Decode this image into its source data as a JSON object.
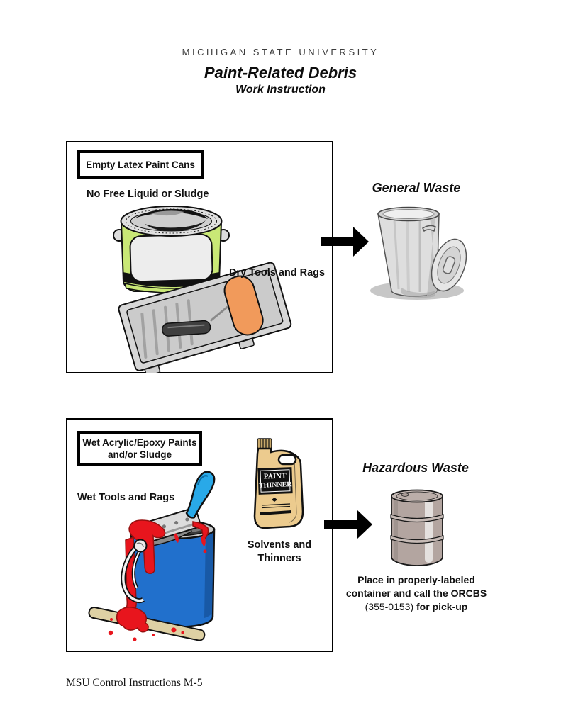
{
  "header": {
    "university": "MICHIGAN STATE UNIVERSITY",
    "title": "Paint-Related Debris",
    "subtitle": "Work Instruction"
  },
  "general_waste": {
    "source_label": "Empty Latex Paint Cans",
    "item_1": "No Free Liquid or Sludge",
    "item_2": "Dry Tools and Rags",
    "destination": "General Waste"
  },
  "hazardous_waste": {
    "source_label_line_1": "Wet Acrylic/Epoxy Paints",
    "source_label_line_2": "and/or Sludge",
    "item_1": "Wet Tools and Rags",
    "item_2_line_1": "Solvents and",
    "item_2_line_2": "Thinners",
    "destination": "Hazardous Waste",
    "note_part_1": "Place in properly-labeled container and call the ORCBS",
    "note_part_2": "(355-0153)",
    "note_part_3": "for pick-up"
  },
  "paint_thinner_jug": {
    "label_line_1": "PAINT",
    "label_line_2": "THINNER"
  },
  "footer": {
    "doc_ref": "MSU Control Instructions M-5"
  },
  "colors": {
    "paint_can_green": "#c9e876",
    "paint_tray_gray": "#d6d6d6",
    "roller_orange": "#f19a5b",
    "trash_can_gray": "#dedede",
    "bucket_blue": "#2170cc",
    "brush_handle_blue": "#29a9e8",
    "paint_red": "#e8151d",
    "thinner_jug_tan": "#eccb8e",
    "drum_taupe": "#b3a5a0",
    "stir_stick_tan": "#ded1a4",
    "arrow_black": "#000000"
  }
}
